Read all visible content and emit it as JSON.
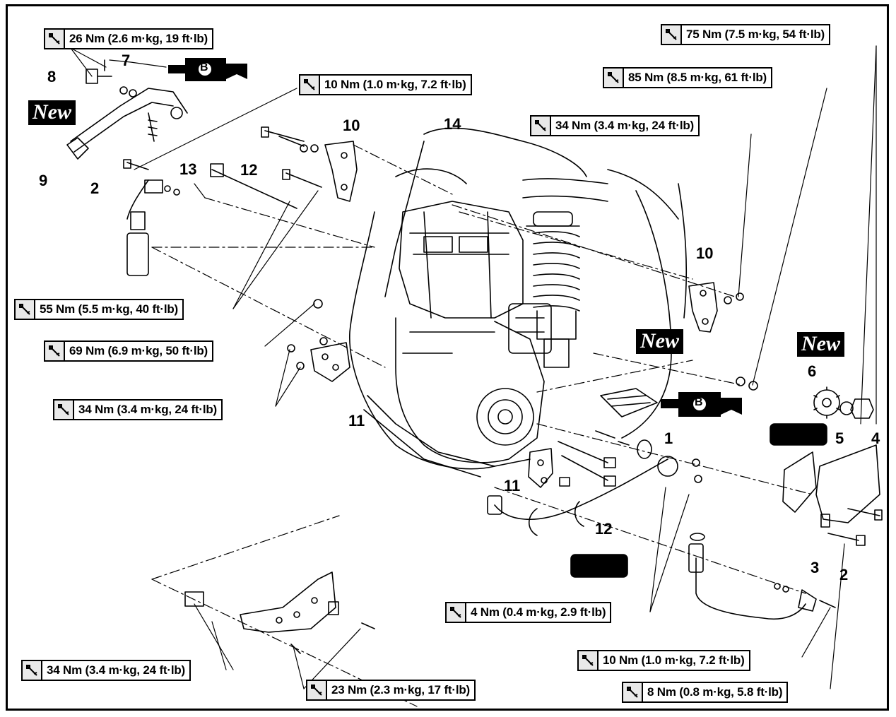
{
  "torque_specs": [
    {
      "id": "t26",
      "text": "26 Nm (2.6 m·kg, 19 ft·lb)"
    },
    {
      "id": "t10a",
      "text": "10 Nm (1.0 m·kg, 7.2 ft·lb)"
    },
    {
      "id": "t75",
      "text": "75 Nm (7.5 m·kg, 54 ft·lb)"
    },
    {
      "id": "t85",
      "text": "85 Nm (8.5 m·kg, 61 ft·lb)"
    },
    {
      "id": "t34a",
      "text": "34 Nm (3.4 m·kg, 24 ft·lb)"
    },
    {
      "id": "t55",
      "text": "55 Nm (5.5 m·kg, 40 ft·lb)"
    },
    {
      "id": "t69",
      "text": "69 Nm (6.9 m·kg, 50 ft·lb)"
    },
    {
      "id": "t34b",
      "text": "34 Nm (3.4 m·kg, 24 ft·lb)"
    },
    {
      "id": "t4",
      "text": "4 Nm (0.4 m·kg, 2.9 ft·lb)"
    },
    {
      "id": "t10b",
      "text": "10 Nm (1.0 m·kg, 7.2 ft·lb)"
    },
    {
      "id": "t8",
      "text": "8 Nm (0.8 m·kg, 5.8 ft·lb)"
    },
    {
      "id": "t34c",
      "text": "34 Nm (3.4 m·kg, 24 ft·lb)"
    },
    {
      "id": "t23",
      "text": "23 Nm (2.3 m·kg, 17 ft·lb)"
    }
  ],
  "part_numbers": [
    "1",
    "2",
    "2",
    "3",
    "4",
    "5",
    "6",
    "7",
    "8",
    "9",
    "10",
    "10",
    "11",
    "11",
    "12",
    "12",
    "13",
    "14"
  ],
  "new_label": "New",
  "grease_label": "B",
  "icons": {
    "torque": "wrench-icon",
    "grease": "grease-gun-icon"
  }
}
